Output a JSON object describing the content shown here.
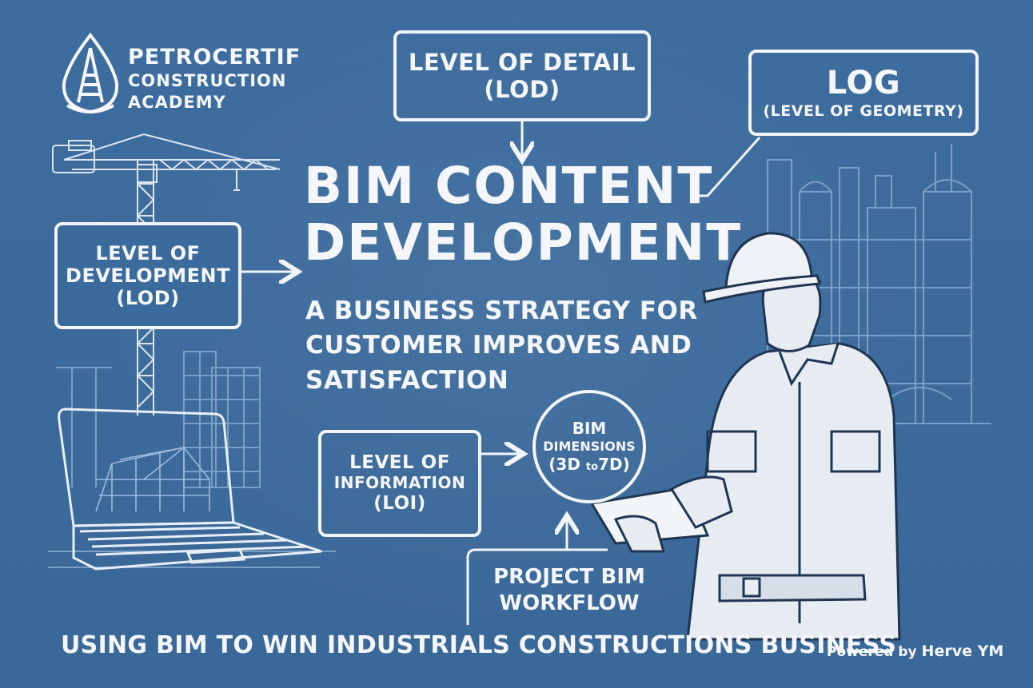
{
  "colors": {
    "background": "#3b6a9c",
    "line": "#f1f4f8",
    "sketch": "#8fb1d6"
  },
  "logo": {
    "icon": "oil-derrick-drop-icon",
    "line1": "PETROCERTIF",
    "line2": "CONSTRUCTION",
    "line3": "ACADEMY"
  },
  "main": {
    "title_line1": "BIM CONTENT",
    "title_line2": "DEVELOPMENT",
    "subtitle_line1": "A BUSINESS STRATEGY FOR",
    "subtitle_line2": "CUSTOMER IMPROVES AND",
    "subtitle_line3": "SATISFACTION"
  },
  "nodes": {
    "level_of_detail": {
      "line1": "LEVEL OF DETAIL",
      "line2": "(LOD)"
    },
    "log": {
      "line1": "LOG",
      "line2": "(LEVEL OF GEOMETRY)"
    },
    "level_of_development": {
      "line1": "LEVEL OF",
      "line2": "DEVELOPMENT",
      "line3": "(LOD)"
    },
    "level_of_information": {
      "line1": "LEVEL OF",
      "line2": "INFORMATION",
      "line3": "(LOI)"
    },
    "bim_dimensions": {
      "line1": "BIM",
      "line2": "DIMENSIONS",
      "line3_a": "(3D ",
      "line3_b": "to",
      "line3_c": "7D)"
    },
    "project_workflow": {
      "line1": "PROJECT BIM",
      "line2": "WORKFLOW"
    }
  },
  "illustrations": {
    "crane": "tower-crane-icon",
    "laptop": "laptop-icon",
    "refinery": "refinery-icon",
    "buildings": "buildings-icon",
    "worker": "engineer-with-tablet-icon"
  },
  "footer": {
    "tagline": "USING BIM TO WIN INDUSTRIALS CONSTRUCTIONS BUSINESS",
    "powered_prefix": "Powered by ",
    "powered_name": "Herve YM"
  }
}
